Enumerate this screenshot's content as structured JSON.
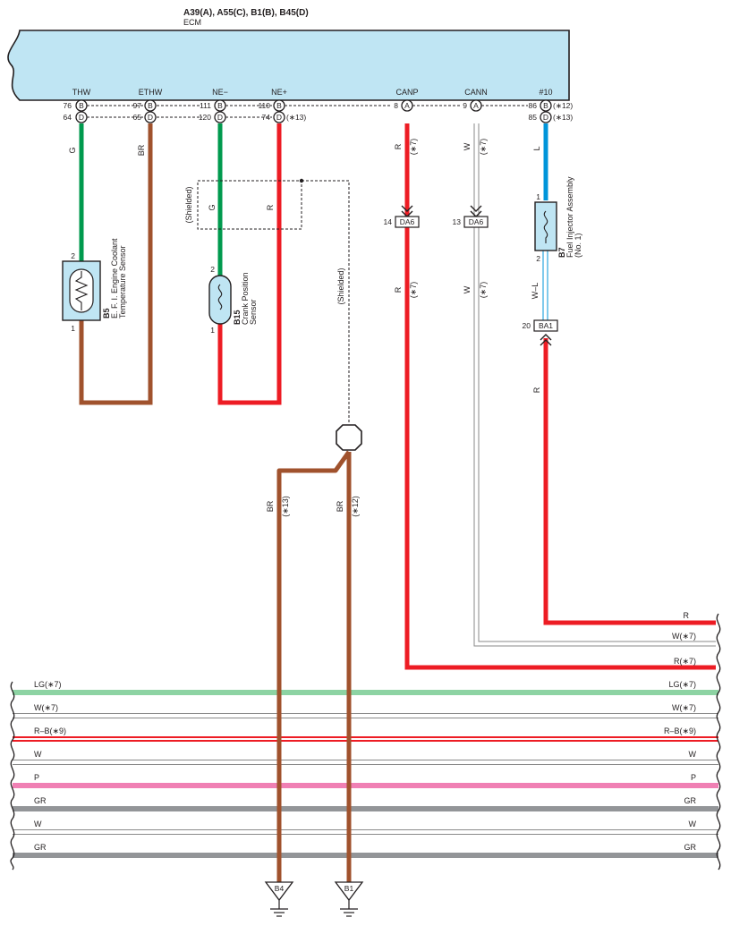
{
  "ecm": {
    "connectors": "A39(A), A55(C), B1(B), B45(D)",
    "name": "ECM",
    "terminals": [
      {
        "name": "THW",
        "top_pin": "76",
        "top_conn": "B",
        "bot_pin": "64",
        "bot_conn": "D"
      },
      {
        "name": "ETHW",
        "top_pin": "97",
        "top_conn": "B",
        "bot_pin": "65",
        "bot_conn": "D"
      },
      {
        "name": "NE−",
        "top_pin": "111",
        "top_conn": "B",
        "bot_pin": "120",
        "bot_conn": "D"
      },
      {
        "name": "NE+",
        "top_pin": "110",
        "top_conn": "B",
        "bot_pin": "74",
        "bot_conn": "D",
        "bot_note": "(∗13)"
      },
      {
        "name": "CANP",
        "top_pin": "8",
        "top_conn": "A"
      },
      {
        "name": "CANN",
        "top_pin": "9",
        "top_conn": "A"
      },
      {
        "name": "#10",
        "top_pin": "86",
        "top_conn": "B",
        "top_note": "(∗12)",
        "bot_pin": "85",
        "bot_conn": "D",
        "bot_note": "(∗13)"
      }
    ]
  },
  "wires": {
    "thw": {
      "color_code": "G",
      "hex": "#009a4e"
    },
    "ethw": {
      "color_code": "BR",
      "hex": "#a0522d"
    },
    "ne_minus": {
      "color_code": "G",
      "hex": "#009a4e"
    },
    "ne_plus": {
      "color_code": "R",
      "hex": "#ed1c24"
    },
    "canp": {
      "color_code": "R",
      "note": "(∗7)",
      "hex": "#ed1c24"
    },
    "cann": {
      "color_code": "W",
      "note": "(∗7)",
      "hex": "#ffffff"
    },
    "inj": {
      "color_code": "L",
      "hex": "#0095da"
    },
    "inj_lower": {
      "color_code": "W–L"
    },
    "ba1_r": {
      "color_code": "R"
    },
    "ground_br_13": {
      "color_code": "BR",
      "note": "(∗13)"
    },
    "ground_br_12": {
      "color_code": "BR",
      "note": "(∗12)"
    }
  },
  "components": {
    "b5": {
      "id": "B5",
      "name_line1": "E. F. I. Engine Coolant",
      "name_line2": "Temperature Sensor",
      "pin_top": "2",
      "pin_bottom": "1"
    },
    "b15": {
      "id": "B15",
      "name_line1": "Crank Position",
      "name_line2": "Sensor",
      "pin_top": "2",
      "pin_bottom": "1"
    },
    "b7": {
      "id": "B7",
      "name_line1": "Fuel Injector Assembly",
      "name_line2": "(No. 1)",
      "pin_top": "1",
      "pin_bottom": "2"
    }
  },
  "connectors": {
    "da6_canp": {
      "id": "DA6",
      "pin": "14"
    },
    "da6_cann": {
      "id": "DA6",
      "pin": "13"
    },
    "ba1": {
      "id": "BA1",
      "pin": "20"
    }
  },
  "shielded_label": "(Shielded)",
  "grounds": {
    "b4": "B4",
    "b1": "B1"
  },
  "right_labels": {
    "r": "R",
    "w7": "W(∗7)",
    "r7": "R(∗7)"
  },
  "buses": [
    {
      "label": "LG(∗7)",
      "hex": "#8dd3a3"
    },
    {
      "label": "W(∗7)",
      "hex": "#ffffff"
    },
    {
      "label": "R–B(∗9)",
      "hex": "#ed1c24"
    },
    {
      "label": "W",
      "hex": "#ffffff"
    },
    {
      "label": "P",
      "hex": "#f080b4"
    },
    {
      "label": "GR",
      "hex": "#939598"
    },
    {
      "label": "W",
      "hex": "#ffffff"
    },
    {
      "label": "GR",
      "hex": "#939598"
    }
  ]
}
